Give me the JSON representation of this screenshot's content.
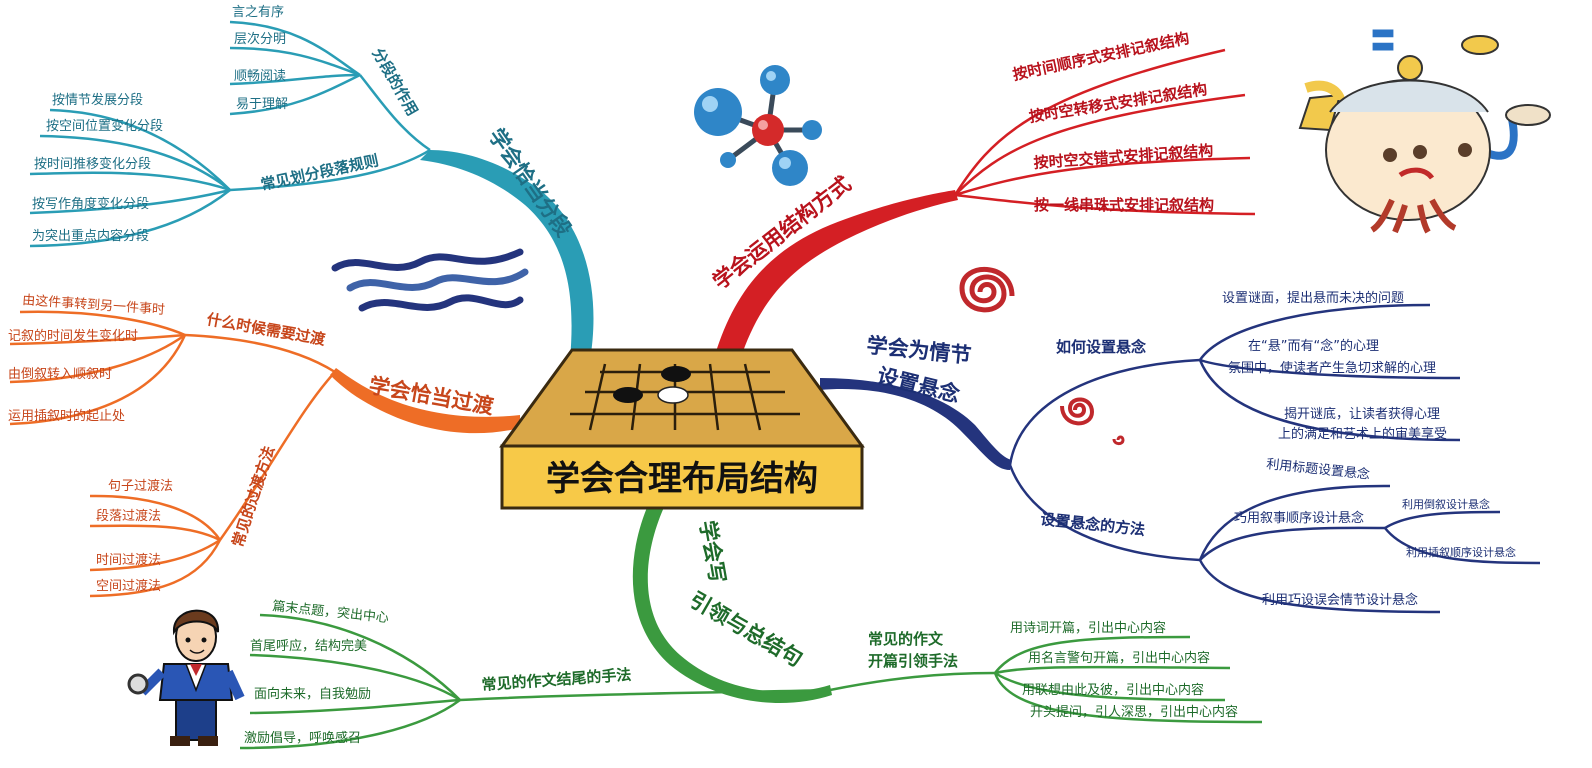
{
  "center": {
    "title": "学会合理布局结构"
  },
  "colors": {
    "teal": "#2a9db5",
    "red": "#d41f24",
    "orange": "#ee6d26",
    "navy": "#24347d",
    "green": "#3b9a3f",
    "board": "#d9a748",
    "title_box": "#f7c948"
  },
  "icons": [
    "go-board-icon",
    "molecule-icon",
    "teapot-octopus-icon",
    "waves-icon",
    "spiral-icon",
    "man-with-magnifier-icon"
  ],
  "branches": {
    "paragraph": {
      "title": "学会恰当分段",
      "groups": [
        {
          "label": "分段的作用",
          "items": [
            "言之有序",
            "层次分明",
            "顺畅阅读",
            "易于理解"
          ]
        },
        {
          "label": "常见划分段落规则",
          "items": [
            "按情节发展分段",
            "按空间位置变化分段",
            "按时间推移变化分段",
            "按写作角度变化分段",
            "为突出重点内容分段"
          ]
        }
      ]
    },
    "structure": {
      "title": "学会运用结构方式",
      "items": [
        "按时间顺序式安排记叙结构",
        "按时空转移式安排记叙结构",
        "按时空交错式安排记叙结构",
        "按一线串珠式安排记叙结构"
      ]
    },
    "transition": {
      "title": "学会恰当过渡",
      "groups": [
        {
          "label": "什么时候需要过渡",
          "items": [
            "由这件事转到另一件事时",
            "记叙的时间发生变化时",
            "由倒叙转入顺叙时",
            "运用插叙时的起止处"
          ]
        },
        {
          "label": "常见的过渡方法",
          "items": [
            "句子过渡法",
            "段落过渡法",
            "时间过渡法",
            "空间过渡法"
          ]
        }
      ]
    },
    "suspense": {
      "title_line1": "学会为情节",
      "title_line2": "设置悬念",
      "how": {
        "label": "如何设置悬念",
        "items": [
          "设置谜面，提出悬而未决的问题",
          "在“悬”而有“念”的心理",
          "氛围中，使读者产生急切求解的心理",
          "揭开谜底，让读者获得心理",
          "上的满足和艺术上的审美享受"
        ]
      },
      "methods": {
        "label": "设置悬念的方法",
        "items": [
          "利用标题设置悬念",
          "巧用叙事顺序设计悬念",
          "利用巧设误会情节设计悬念"
        ],
        "sub_items": [
          "利用倒叙设计悬念",
          "利用插叙顺序设计悬念"
        ]
      }
    },
    "opening_ending": {
      "title_part1": "学会写",
      "title_part2": "引领与总结句",
      "ending": {
        "label": "常见的作文结尾的手法",
        "items": [
          "篇末点题，突出中心",
          "首尾呼应，结构完美",
          "面向未来，自我勉励",
          "激励倡导，呼唤感召"
        ]
      },
      "opening": {
        "label_line1": "常见的作文",
        "label_line2": "开篇引领手法",
        "items": [
          "用诗词开篇，引出中心内容",
          "用名言警句开篇，引出中心内容",
          "用联想由此及彼，引出中心内容",
          "开头提问，引人深思，引出中心内容"
        ]
      }
    }
  }
}
